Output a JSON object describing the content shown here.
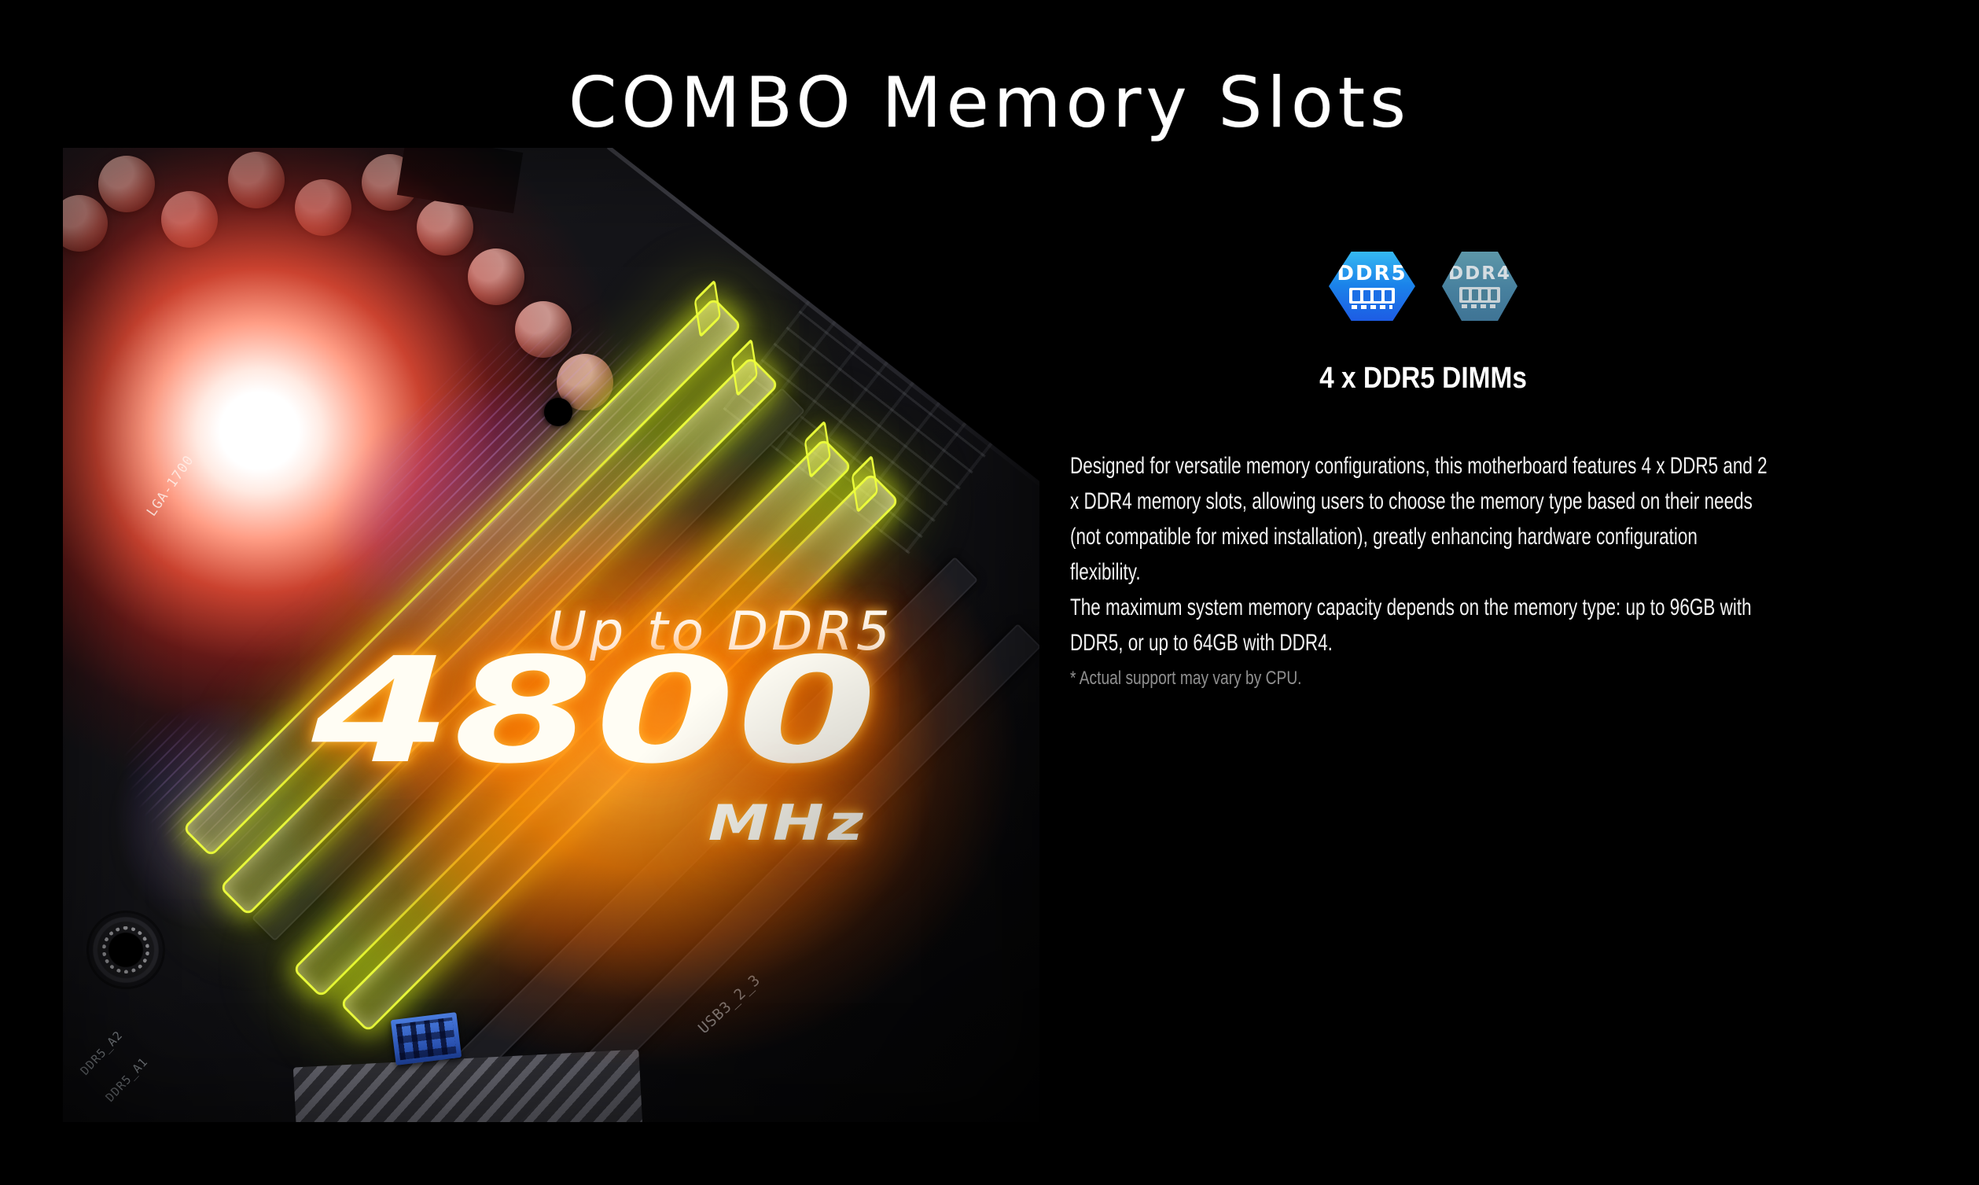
{
  "page": {
    "title": "COMBO Memory Slots"
  },
  "hero": {
    "overlay": {
      "prefix": "Up to DDR5",
      "speed": "4800",
      "unit": "MHz"
    },
    "board_labels": {
      "socket": "LGA-1700",
      "dimm_a2": "DDR5_A2",
      "dimm_a1": "DDR5_A1",
      "usb_header": "USB3_2_3"
    }
  },
  "badges": [
    {
      "label": "DDR5"
    },
    {
      "label": "DDR4"
    }
  ],
  "content": {
    "heading": "4 x DDR5 DIMMs",
    "paragraph1_lines": [
      "Designed for versatile memory configurations, this motherboard features 4 x DDR5 and 2",
      "x DDR4 memory slots, allowing users to choose the memory type based on their needs",
      "(not compatible for mixed installation), greatly enhancing hardware configuration",
      "flexibility."
    ],
    "paragraph2_lines": [
      "The maximum system memory capacity depends on the memory type: up to 96GB with",
      "DDR5, or up to 64GB with DDR4."
    ],
    "footnote": "* Actual support may vary by CPU."
  },
  "colors": {
    "accent_orange": "#ff8200",
    "dimm_highlight_yellow": "#e8fa1e",
    "ddr5_badge_blue_top": "#35b9f1",
    "ddr5_badge_blue_bottom": "#1d5ce4",
    "ddr4_badge_teal_top": "#5d97a8",
    "ddr4_badge_teal_bottom": "#3f7495",
    "cpu_glow_red": "#f24b34",
    "footnote_gray": "#8f8f8f"
  }
}
